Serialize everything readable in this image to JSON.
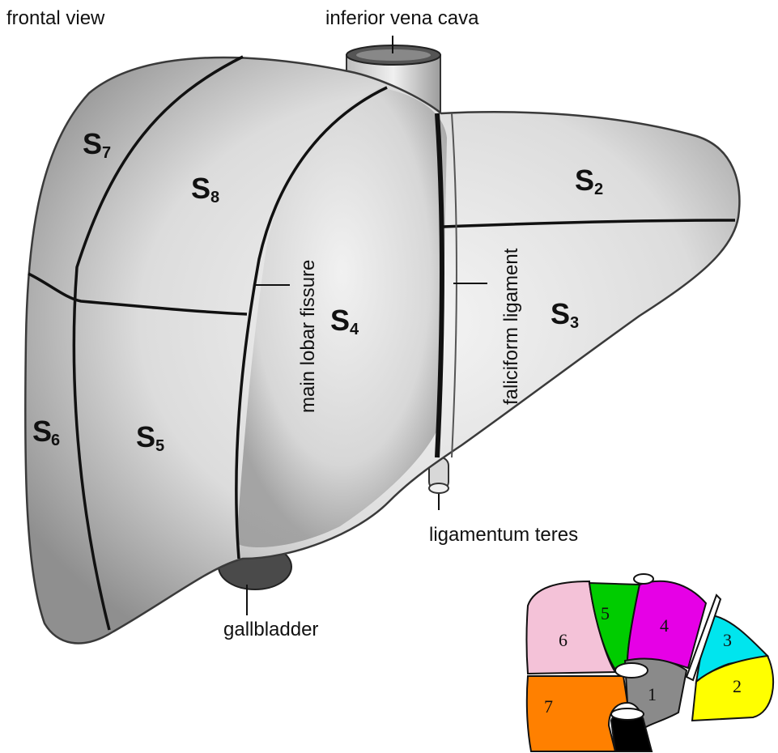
{
  "labels": {
    "view": "frontal view",
    "ivc": "inferior vena cava",
    "fissure": "main lobar fissure",
    "ligament": "faliciform ligament",
    "teres": "ligamentum teres",
    "gallbladder": "gallbladder"
  },
  "segments": [
    {
      "letter": "S",
      "num": "2"
    },
    {
      "letter": "S",
      "num": "3"
    },
    {
      "letter": "S",
      "num": "4"
    },
    {
      "letter": "S",
      "num": "5"
    },
    {
      "letter": "S",
      "num": "6"
    },
    {
      "letter": "S",
      "num": "7"
    },
    {
      "letter": "S",
      "num": "8"
    }
  ],
  "inset": {
    "segments": [
      {
        "num": "1",
        "color": "#8a8a8a"
      },
      {
        "num": "2",
        "color": "#ffff00"
      },
      {
        "num": "3",
        "color": "#00e5ee"
      },
      {
        "num": "4",
        "color": "#e600e6"
      },
      {
        "num": "5",
        "color": "#00cc00"
      },
      {
        "num": "6",
        "color": "#f4c2d8"
      },
      {
        "num": "7",
        "color": "#ff8000"
      }
    ]
  }
}
